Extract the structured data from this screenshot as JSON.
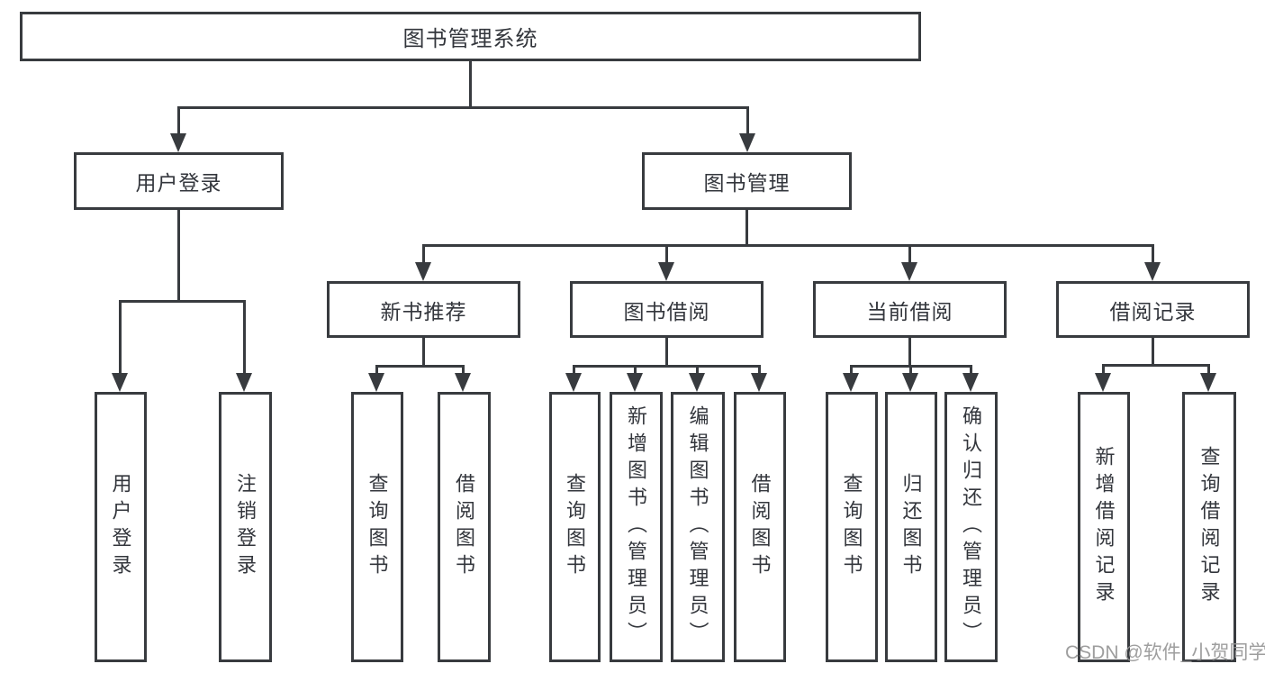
{
  "nodes": {
    "root": "图书管理系统",
    "user_login": "用户登录",
    "book_mgmt": "图书管理",
    "ul_login": "用户登录",
    "ul_logout": "注销登录",
    "new_books": "新书推荐",
    "borrow": "图书借阅",
    "current": "当前借阅",
    "records": "借阅记录",
    "nb_query": "查询图书",
    "nb_borrow": "借阅图书",
    "bb_query": "查询图书",
    "bb_add": "新增图书（管理员）",
    "bb_edit": "编辑图书（管理员）",
    "bb_borrow": "借阅图书",
    "cb_query": "查询图书",
    "cb_return": "归还图书",
    "cb_confirm": "确认归还（管理员）",
    "br_add": "新增借阅记录",
    "br_query": "查询借阅记录"
  },
  "tree": {
    "图书管理系统": {
      "用户登录": [
        "用户登录",
        "注销登录"
      ],
      "图书管理": {
        "新书推荐": [
          "查询图书",
          "借阅图书"
        ],
        "图书借阅": [
          "查询图书",
          "新增图书（管理员）",
          "编辑图书（管理员）",
          "借阅图书"
        ],
        "当前借阅": [
          "查询图书",
          "归还图书",
          "确认归还（管理员）"
        ],
        "借阅记录": [
          "新增借阅记录",
          "查询借阅记录"
        ]
      }
    }
  },
  "colors": {
    "line": "#383b3f",
    "text": "#33363c",
    "background": "#ffffff"
  },
  "watermark": "CSDN @软件_小贺同学"
}
